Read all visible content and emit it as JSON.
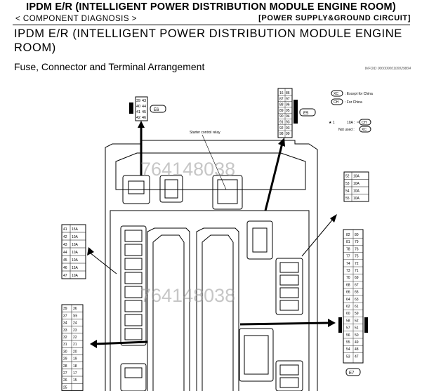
{
  "header": {
    "title": "IPDM E/R (INTELLIGENT POWER DISTRIBUTION MODULE ENGINE ROOM)",
    "section_left": "< COMPONENT DIAGNOSIS >",
    "section_right": "[POWER SUPPLY&GROUND CIRCUIT]"
  },
  "section_title": "IPDM E/R (INTELLIGENT POWER DISTRIBUTION MODULE ENGINE ROOM)",
  "subtitle": "Fuse, Connector and Terminal Arrangement",
  "wfoid": "WFOID 00000000100029804",
  "legend": {
    "xc_code": "XC",
    "xc_text": ": Except for China",
    "ch_code": "CH",
    "ch_text": ": For China",
    "note_mark": "★ 1",
    "row1_label": "10A :",
    "row1_code": "CH",
    "row2_label": "Not used :",
    "row2_code": "XC"
  },
  "connectors": {
    "e6": "E6",
    "e6_rows": [
      [
        "39",
        "43"
      ],
      [
        "40",
        "44"
      ],
      [
        "41",
        "45"
      ],
      [
        "42",
        "46"
      ]
    ],
    "e5": "E5",
    "e5_rows": [
      [
        "16",
        "86"
      ],
      [
        "87",
        "97"
      ],
      [
        "88",
        "96"
      ],
      [
        "89",
        "95"
      ],
      [
        "90",
        "94"
      ],
      [
        "91",
        "93"
      ],
      [
        "92",
        "93"
      ],
      [
        "98",
        "99"
      ]
    ],
    "e7": "E7",
    "e7_rows": [
      [
        "82",
        "80"
      ],
      [
        "81",
        "79"
      ],
      [
        "78",
        "76"
      ],
      [
        "77",
        "75"
      ],
      [
        "74",
        "72"
      ],
      [
        "73",
        "71"
      ],
      [
        "70",
        "69"
      ],
      [
        "68",
        "67"
      ],
      [
        "66",
        "65"
      ],
      [
        "64",
        "63"
      ],
      [
        "62",
        "61"
      ],
      [
        "60",
        "59"
      ],
      [
        "58",
        "52"
      ],
      [
        "57",
        "51"
      ],
      [
        "56",
        "50"
      ],
      [
        "55",
        "49"
      ],
      [
        "54",
        "48"
      ],
      [
        "53",
        "47"
      ]
    ]
  },
  "relay_label": "Starter control relay",
  "fuse_block_left": {
    "rows": [
      [
        "41",
        "15A"
      ],
      [
        "42",
        "10A"
      ],
      [
        "43",
        "10A"
      ],
      [
        "44",
        "10A"
      ],
      [
        "45",
        "10A"
      ],
      [
        "46",
        "15A"
      ],
      [
        "47",
        "10A"
      ]
    ]
  },
  "fuse_block_right": {
    "rows": [
      [
        "52",
        "10A"
      ],
      [
        "53",
        "10A"
      ],
      [
        "54",
        "10A"
      ],
      [
        "55",
        "10A"
      ]
    ]
  },
  "fuse_block_lower": {
    "rows": [
      [
        "39",
        "36"
      ],
      [
        "37",
        "S5"
      ],
      [
        "34",
        "24"
      ],
      [
        "33",
        "23"
      ],
      [
        "32",
        "22"
      ],
      [
        "31",
        "21"
      ],
      [
        "30",
        "20"
      ],
      [
        "29",
        "19"
      ],
      [
        "28",
        "18"
      ],
      [
        "27",
        "17"
      ],
      [
        "26",
        "15"
      ],
      [
        "25",
        ""
      ]
    ]
  },
  "watermark_1": "764148038",
  "watermark_2": "764148038"
}
